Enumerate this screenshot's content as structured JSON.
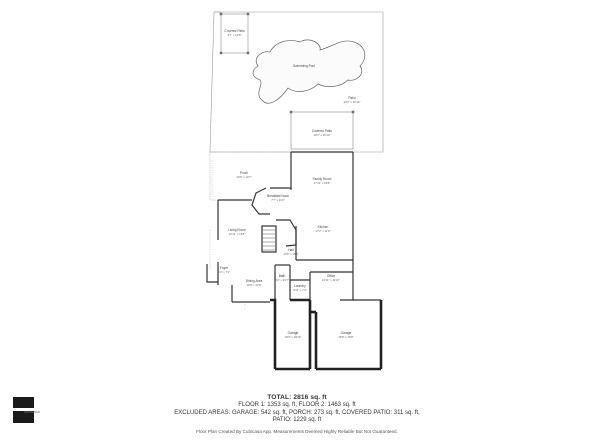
{
  "rooms": {
    "covered_patio_top": {
      "name": "Covered Patio",
      "dims": "6'7\" x 13'8\""
    },
    "swimming_pool": {
      "name": "Swimming Pool",
      "dims": ""
    },
    "patio": {
      "name": "Patio",
      "dims": "40'6\" x 30'10\""
    },
    "covered_patio": {
      "name": "Covered Patio",
      "dims": "18'1\" x 16'10\""
    },
    "porch": {
      "name": "Porch",
      "dims": "20'6\" x 10'7\""
    },
    "family_room": {
      "name": "Family Room",
      "dims": "17'11\" x 18'8\""
    },
    "breakfast_nook": {
      "name": "Breakfast Nook",
      "dims": "7'7\" x 11'6\""
    },
    "living_room": {
      "name": "Living Room",
      "dims": "10'11\" x 18'5\""
    },
    "kitchen": {
      "name": "Kitchen",
      "dims": "17'2\" x 11'9\""
    },
    "hall": {
      "name": "Hall",
      "dims": "10'5\" x 15'8\""
    },
    "foyer": {
      "name": "Foyer",
      "dims": "4'4\" x 7'1\""
    },
    "bath": {
      "name": "Bath",
      "dims": "5'4\" x 10'7\""
    },
    "office": {
      "name": "Office",
      "dims": "10'11\" x 11'10\""
    },
    "dining_area": {
      "name": "Dining Area",
      "dims": "10'8\" x 12'9\""
    },
    "laundry": {
      "name": "Laundry",
      "dims": "5'11\" x 7'4\""
    },
    "garage_1": {
      "name": "Garage",
      "dims": "10'9\" x 18'10\""
    },
    "garage_2": {
      "name": "Garage",
      "dims": "18'8\" x 18'8\""
    }
  },
  "summary": {
    "total": "TOTAL: 2816 sq. ft",
    "floors": "FLOOR 1: 1353 sq. ft, FLOOR 2: 1463 sq. ft",
    "excluded": "EXCLUDED AREAS: GARAGE: 542 sq. ft, PORCH: 273 sq. ft, COVERED PATIO: 311 sq. ft,",
    "patio": "PATIO: 1229 sq. ft"
  },
  "footer": "Floor Plan Created By Cubicasa App. Measurements Deemed Highly Reliable But Not Guaranteed.",
  "logo": {
    "text": "cubicasa"
  }
}
